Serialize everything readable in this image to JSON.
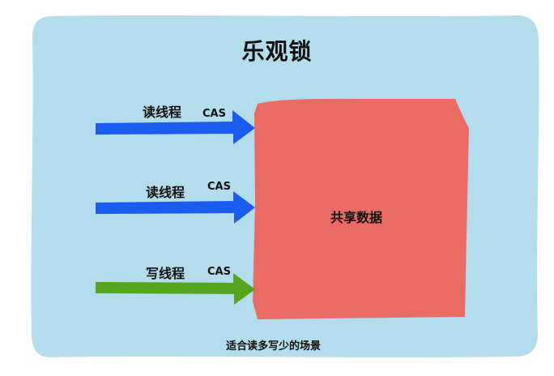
{
  "diagram": {
    "title": "乐观锁",
    "shared_data": "共享数据",
    "footer": "适合读多写少的场景",
    "threads": [
      {
        "label": "读线程",
        "op": "CAS",
        "kind": "read"
      },
      {
        "label": "读线程",
        "op": "CAS",
        "kind": "read"
      },
      {
        "label": "写线程",
        "op": "CAS",
        "kind": "write"
      }
    ]
  },
  "colors": {
    "background_panel": "#b3ddec",
    "shared_data_box": "#ea6b64",
    "read_arrow": "#1a5cf0",
    "write_arrow": "#55a61c",
    "text": "#111111"
  }
}
